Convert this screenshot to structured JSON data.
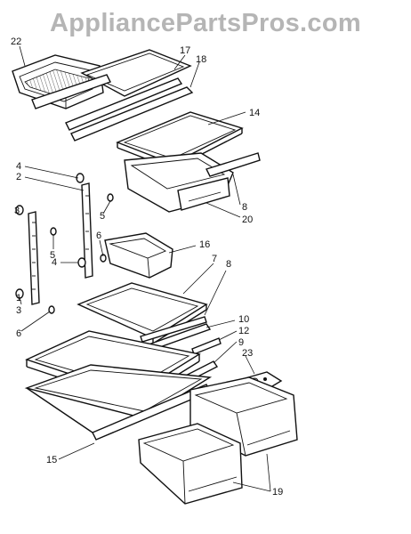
{
  "watermark": "AppliancePartsPros.com",
  "callouts": {
    "c22": "22",
    "c17": "17",
    "c18": "18",
    "c14": "14",
    "c4a": "4",
    "c2": "2",
    "c3a": "3",
    "c5a": "5",
    "c8a": "8",
    "c20": "20",
    "c16": "16",
    "c6a": "6",
    "c5b": "5",
    "c4b": "4",
    "c7": "7",
    "c8b": "8",
    "c1": "1",
    "c3b": "3",
    "c6b": "6",
    "c10": "10",
    "c12": "12",
    "c9": "9",
    "c23": "23",
    "c15": "15",
    "c19": "19"
  }
}
